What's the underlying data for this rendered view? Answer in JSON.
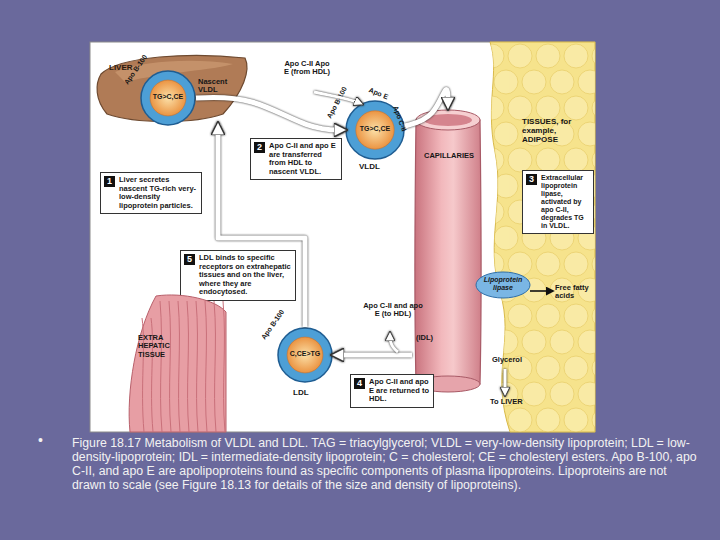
{
  "diagram": {
    "caption": "Figure 18.17 Metabolism of VLDL and LDL. TAG = triacylglycerol; VLDL = very-low-density lipoprotein; LDL = low-density-lipoprotein; IDL = intermediate-density lipoprotein; C = cholesterol; CE = cholesteryl esters. Apo B-100, apo C-II, and apo E are apolipoproteins found as specific components of plasma lipoproteins. Lipoproteins are not drawn to scale (see Figure 18.13 for details of the size and density of lipoproteins).",
    "nodes": [
      {
        "text": [
          "LIVER"
        ]
      },
      {
        "text": [
          "Apo B-100",
          "TG>C,CE",
          "Nascent VLDL"
        ],
        "in": 0
      },
      {
        "text": [
          "2",
          "Apo C-II and apo E are transferred from HDL to nascent VLDL."
        ]
      },
      {
        "text": [
          "Apo B-100",
          "Apo E",
          "Apo C-II",
          "TG>C,CE",
          "VLDL"
        ]
      },
      {
        "text": [
          "1",
          "Liver secretes nascent TG-rich very-low-density lipoprotein particles."
        ]
      },
      {
        "text": [
          "TISSUES, for example, ADIPOSE"
        ]
      },
      {
        "text": [
          "CAPILLARIES",
          "(IDL)"
        ]
      },
      {
        "text": [
          "3",
          "Extracellular lipoprotein lipase, activated by apo C-II, degrades TG in VLDL."
        ],
        "in": 5
      },
      {
        "text": [
          "Lipoprotein lipase"
        ]
      },
      {
        "text": [
          "5",
          "LDL binds to specific receptors on extrahepatic tissues and on the liver, where they are endocytosed."
        ]
      },
      {
        "text": [
          "EXTRA HEPATIC TISSUE"
        ]
      },
      {
        "text": [
          "Apo B-100",
          "C,CE>TG",
          "LDL"
        ]
      },
      {
        "text": [
          "4",
          "Apo C-II and apo E are returned to HDL."
        ]
      }
    ],
    "edges": [
      {
        "from": 1,
        "to": 3,
        "arrow": "to"
      },
      {
        "from": 3,
        "to": 6,
        "arrow": "to"
      },
      {
        "from": 6,
        "to": 11,
        "arrow": "to"
      },
      {
        "from": 11,
        "to": 0,
        "arrow": "to"
      }
    ],
    "labels": [
      "Apo C-II Apo E (from HDL)",
      "Free fatty acids",
      "Glycerol",
      "To LIVER",
      "Apo C-II and apo E (to HDL)",
      "•"
    ]
  }
}
